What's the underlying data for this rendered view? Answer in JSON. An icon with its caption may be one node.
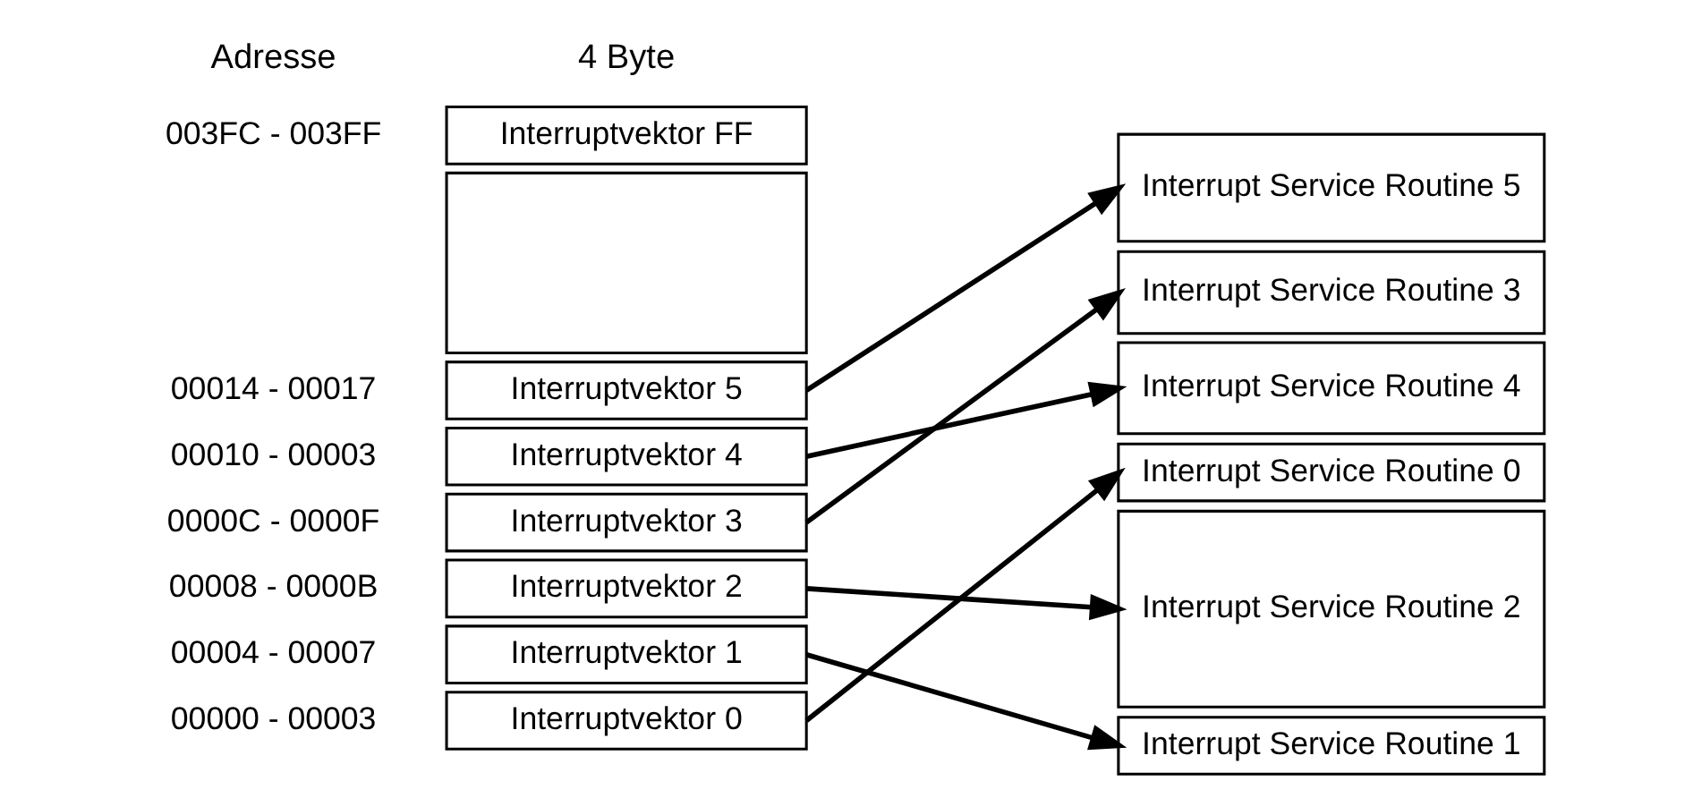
{
  "diagram": {
    "nodes": [
      {
        "text": [
          "Interruptvektor FF"
        ],
        "beside": [
          "003FC - 003FF"
        ]
      },
      {
        "text": [],
        "shape": "box"
      },
      {
        "text": [
          "Interruptvektor 5"
        ],
        "beside": [
          "00014 - 00017"
        ]
      },
      {
        "text": [
          "Interruptvektor 4"
        ],
        "beside": [
          "00010 - 00003"
        ]
      },
      {
        "text": [
          "Interruptvektor 3"
        ],
        "beside": [
          "0000C - 0000F"
        ]
      },
      {
        "text": [
          "Interruptvektor 2"
        ],
        "beside": [
          "00008 - 0000B"
        ]
      },
      {
        "text": [
          "Interruptvektor 1"
        ],
        "beside": [
          "00004 - 00007"
        ]
      },
      {
        "text": [
          "Interruptvektor 0"
        ],
        "beside": [
          "00000 - 00003"
        ]
      },
      {
        "text": [
          "Interrupt Service Routine 5"
        ]
      },
      {
        "text": [
          "Interrupt Service Routine 3"
        ]
      },
      {
        "text": [
          "Interrupt Service Routine 4"
        ]
      },
      {
        "text": [
          "Interrupt Service Routine 0"
        ]
      },
      {
        "text": [
          "Interrupt Service Routine 2"
        ]
      },
      {
        "text": [
          "Interrupt Service Routine 1"
        ]
      }
    ],
    "edges": [
      {
        "from": 2,
        "to": 8,
        "arrow": "to"
      },
      {
        "from": 3,
        "to": 10,
        "arrow": "to"
      },
      {
        "from": 4,
        "to": 9,
        "arrow": "to"
      },
      {
        "from": 5,
        "to": 12,
        "arrow": "to"
      },
      {
        "from": 6,
        "to": 13,
        "arrow": "to"
      },
      {
        "from": 7,
        "to": 11,
        "arrow": "to"
      }
    ],
    "labels": [
      "4 Byte",
      "Adresse"
    ]
  }
}
